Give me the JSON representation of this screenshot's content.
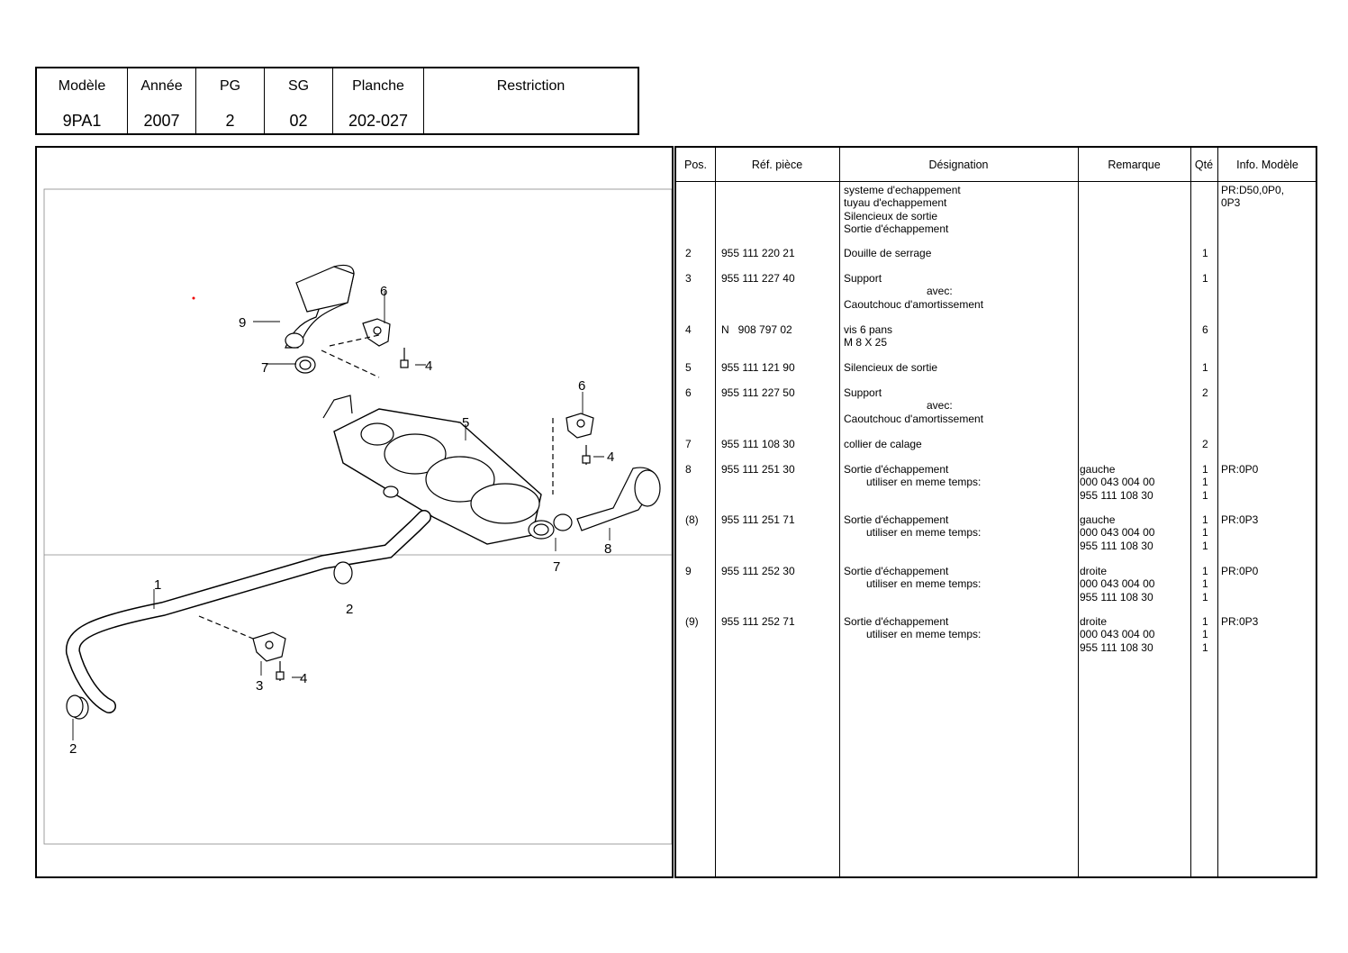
{
  "header": {
    "labels": {
      "model": "Modèle",
      "year": "Année",
      "pg": "PG",
      "sg": "SG",
      "plate": "Planche",
      "restriction": "Restriction"
    },
    "values": {
      "model": "9PA1",
      "year": "2007",
      "pg": "2",
      "sg": "02",
      "plate": "202-027",
      "restriction": ""
    }
  },
  "table": {
    "columns": {
      "pos": "Pos.",
      "ref": "Réf. pièce",
      "designation": "Désignation",
      "remark": "Remarque",
      "qty": "Qté",
      "info": "Info. Modèle"
    },
    "rows": [
      {
        "pos": "",
        "ref": "",
        "designation": [
          "systeme d'echappement",
          "tuyau d'echappement",
          "Silencieux de sortie",
          "Sortie d'échappement"
        ],
        "remark": [],
        "qty": [],
        "info": [
          "PR:D50,0P0,",
          "0P3"
        ]
      },
      {
        "pos": "2",
        "ref": "955 111 220 21",
        "designation": [
          "Douille de serrage"
        ],
        "remark": [],
        "qty": [
          "1"
        ],
        "info": []
      },
      {
        "pos": "3",
        "ref": "955 111 227 40",
        "designation": [
          "Support",
          "avec:",
          "Caoutchouc d'amortissement"
        ],
        "remark": [],
        "qty": [
          "1"
        ],
        "info": []
      },
      {
        "pos": "4",
        "ref": "N   908 797 02",
        "designation": [
          "vis 6 pans",
          "M 8 X 25"
        ],
        "remark": [],
        "qty": [
          "6"
        ],
        "info": []
      },
      {
        "pos": "5",
        "ref": "955 111 121 90",
        "designation": [
          "Silencieux de sortie"
        ],
        "remark": [],
        "qty": [
          "1"
        ],
        "info": []
      },
      {
        "pos": "6",
        "ref": "955 111 227 50",
        "designation": [
          "Support",
          "avec:",
          "Caoutchouc d'amortissement"
        ],
        "remark": [],
        "qty": [
          "2"
        ],
        "info": []
      },
      {
        "pos": "7",
        "ref": "955 111 108 30",
        "designation": [
          "collier de calage"
        ],
        "remark": [],
        "qty": [
          "2"
        ],
        "info": []
      },
      {
        "pos": "8",
        "ref": "955 111 251 30",
        "designation": [
          "Sortie d'échappement",
          "utiliser en meme temps:"
        ],
        "remark": [
          "gauche",
          "000 043 004 00",
          "955 111 108 30"
        ],
        "qty": [
          "1",
          "1",
          "1"
        ],
        "info": [
          "PR:0P0"
        ]
      },
      {
        "pos": "(8)",
        "ref": "955 111 251 71",
        "designation": [
          "Sortie d'échappement",
          "utiliser en meme temps:"
        ],
        "remark": [
          "gauche",
          "000 043 004 00",
          "955 111 108 30"
        ],
        "qty": [
          "1",
          "1",
          "1"
        ],
        "info": [
          "PR:0P3"
        ]
      },
      {
        "pos": "9",
        "ref": "955 111 252 30",
        "designation": [
          "Sortie d'échappement",
          "utiliser en meme temps:"
        ],
        "remark": [
          "droite",
          "000 043 004 00",
          "955 111 108 30"
        ],
        "qty": [
          "1",
          "1",
          "1"
        ],
        "info": [
          "PR:0P0"
        ]
      },
      {
        "pos": "(9)",
        "ref": "955 111 252 71",
        "designation": [
          "Sortie d'échappement",
          "utiliser en meme temps:"
        ],
        "remark": [
          "droite",
          "000 043 004 00",
          "955 111 108 30"
        ],
        "qty": [
          "1",
          "1",
          "1"
        ],
        "info": [
          "PR:0P3"
        ]
      }
    ]
  },
  "diagram": {
    "callouts": [
      "1",
      "2",
      "2",
      "3",
      "4",
      "4",
      "4",
      "5",
      "6",
      "6",
      "7",
      "7",
      "8",
      "9"
    ]
  }
}
